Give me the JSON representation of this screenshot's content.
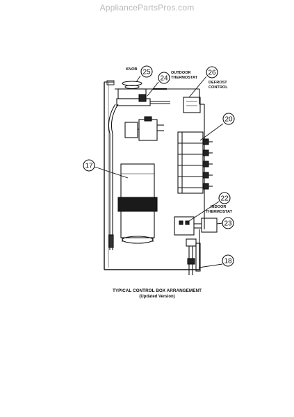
{
  "watermark": "AppliancePartsPros.com",
  "labels": {
    "knob": "KNOB",
    "outdoor_thermostat_1": "OUTDOOR",
    "outdoor_thermostat_2": "THERMOSTAT",
    "defrost_control_1": "DEFROST",
    "defrost_control_2": "CONTROL",
    "indoor_thermostat_1": "INDOOR",
    "indoor_thermostat_2": "THERMOSTAT"
  },
  "callouts": {
    "c25": "25",
    "c24": "24",
    "c26": "26",
    "c20": "20",
    "c17": "17",
    "c22": "22",
    "c23": "23",
    "c18": "18"
  },
  "caption": {
    "line1": "TYPICAL CONTROL BOX ARRANGEMENT",
    "line2": "(Updated Version)"
  }
}
